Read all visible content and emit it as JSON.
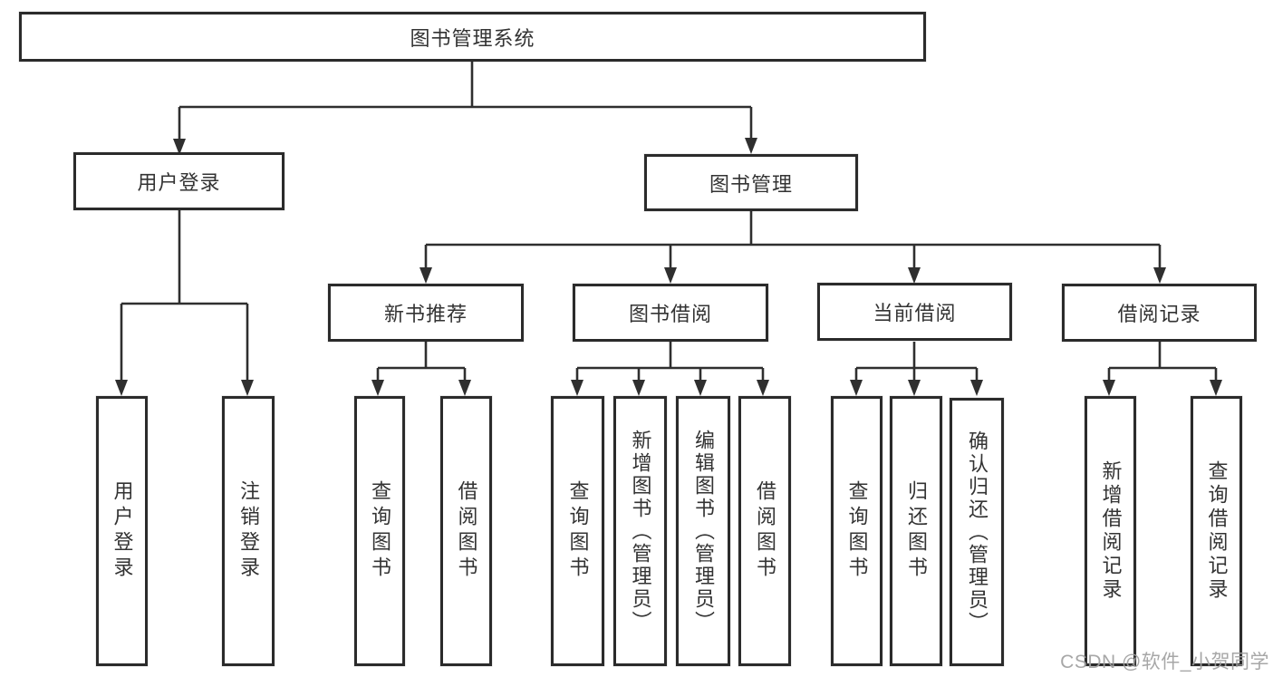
{
  "colors": {
    "line": "#2f2f2f",
    "box-border": "#2b2b2b",
    "text": "#333333",
    "bg": "#ffffff",
    "watermark": "#a0a0a0"
  },
  "watermark": {
    "text": "CSDN @软件_小贺同学"
  },
  "tree": {
    "root": {
      "label": "图书管理系统",
      "children": [
        {
          "label": "用户登录",
          "children": [
            {
              "label": "用户登录"
            },
            {
              "label": "注销登录"
            }
          ]
        },
        {
          "label": "图书管理",
          "children": [
            {
              "label": "新书推荐",
              "children": [
                {
                  "label": "查询图书"
                },
                {
                  "label": "借阅图书"
                }
              ]
            },
            {
              "label": "图书借阅",
              "children": [
                {
                  "label": "查询图书"
                },
                {
                  "label": "新增图书（管理员）"
                },
                {
                  "label": "编辑图书（管理员）"
                },
                {
                  "label": "借阅图书"
                }
              ]
            },
            {
              "label": "当前借阅",
              "children": [
                {
                  "label": "查询图书"
                },
                {
                  "label": "归还图书"
                },
                {
                  "label": "确认归还（管理员）"
                }
              ]
            },
            {
              "label": "借阅记录",
              "children": [
                {
                  "label": "新增借阅记录"
                },
                {
                  "label": "查询借阅记录"
                }
              ]
            }
          ]
        }
      ]
    }
  }
}
